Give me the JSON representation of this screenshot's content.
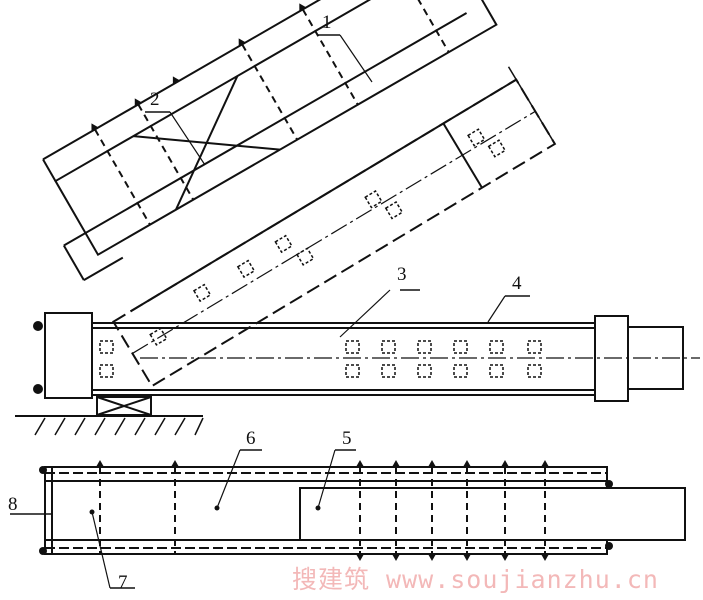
{
  "labels": {
    "l1": "1",
    "l2": "2",
    "l3": "3",
    "l4": "4",
    "l5": "5",
    "l6": "6",
    "l7": "7",
    "l8": "8"
  },
  "watermark": "搜建筑 www.soujianzhu.cn",
  "colors": {
    "line": "#111111",
    "watermark": "#f3b8b8"
  }
}
